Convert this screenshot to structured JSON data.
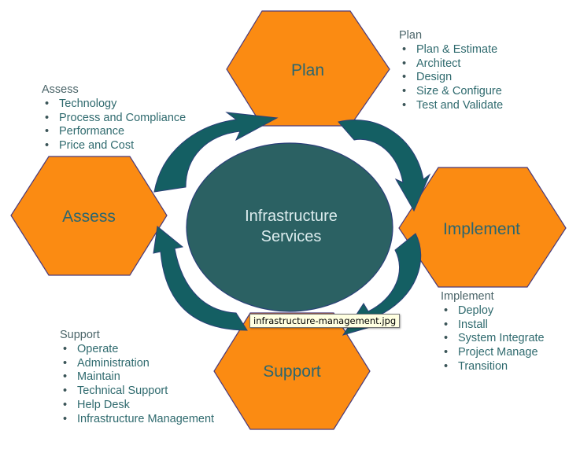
{
  "diagram": {
    "center": {
      "line1": "Infrastructure",
      "line2": "Services"
    },
    "phases": {
      "plan": {
        "label": "Plan",
        "list_title": "Plan",
        "items": [
          "Plan & Estimate",
          "Architect",
          "Design",
          "Size & Configure",
          "Test and Validate"
        ]
      },
      "implement": {
        "label": "Implement",
        "list_title": "Implement",
        "items": [
          "Deploy",
          "Install",
          "System Integrate",
          "Project Manage",
          "Transition"
        ]
      },
      "support": {
        "label": "Support",
        "list_title": "Support",
        "items": [
          "Operate",
          "Administration",
          "Maintain",
          "Technical Support",
          "Help Desk",
          "Infrastructure Management"
        ]
      },
      "assess": {
        "label": "Assess",
        "list_title": "Assess",
        "items": [
          "Technology",
          "Process and Compliance",
          "Performance",
          "Price and Cost"
        ]
      }
    },
    "colors": {
      "hexagon": "#fb8b12",
      "arrow": "#145f63",
      "hub": "#2b6163",
      "text": "#2f6a6e"
    }
  },
  "tooltip": {
    "text": "infrastructure-management.jpg"
  }
}
